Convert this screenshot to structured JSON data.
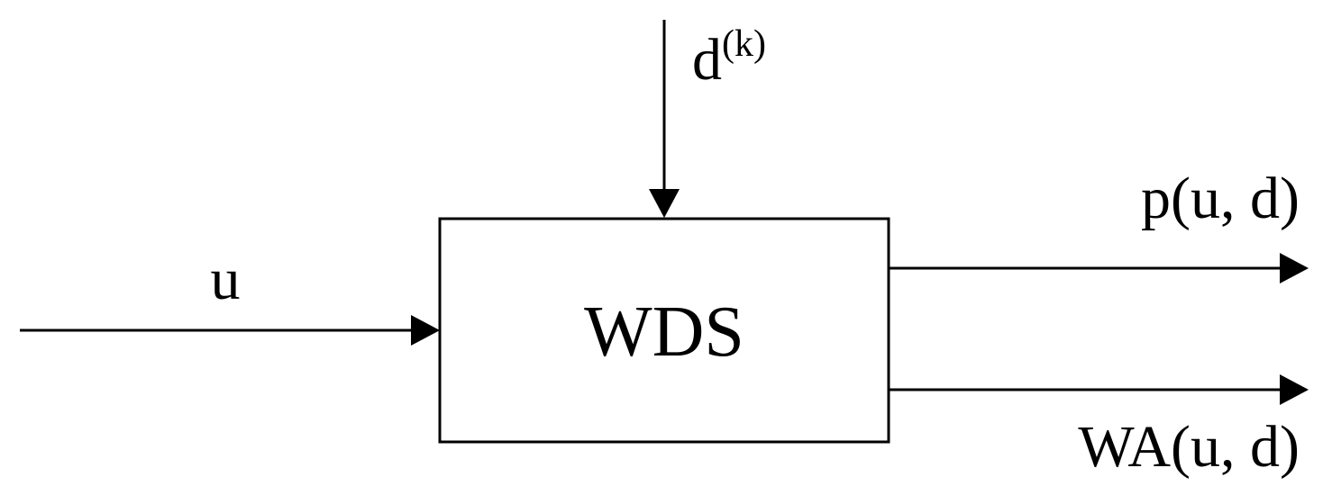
{
  "diagram": {
    "block": {
      "label": "WDS"
    },
    "inputs": {
      "control": {
        "label": "u"
      },
      "disturbance": {
        "base": "d",
        "superscript": "(k)"
      }
    },
    "outputs": {
      "pressure": {
        "label": "p(u, d)"
      },
      "water_age": {
        "label": "WA(u, d)"
      }
    }
  },
  "colors": {
    "stroke": "#000000",
    "background": "#ffffff"
  }
}
